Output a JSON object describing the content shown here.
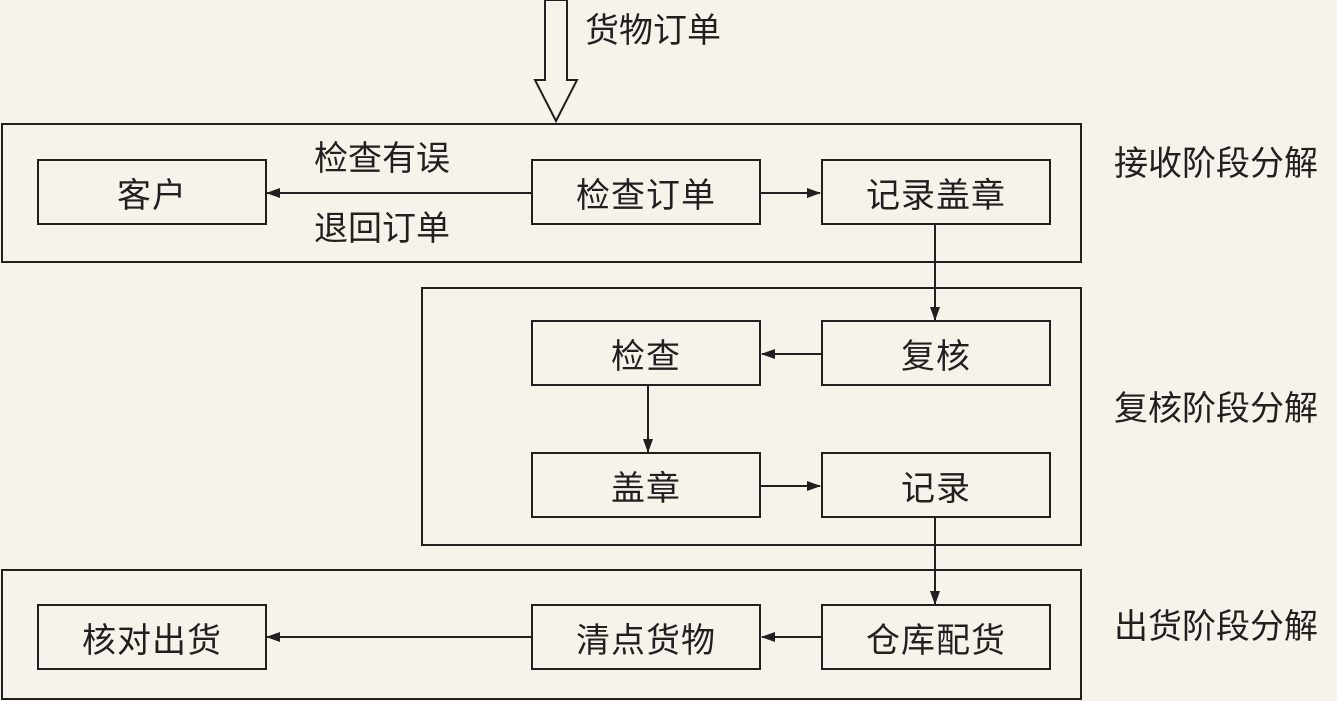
{
  "input_label": "货物订单",
  "stages": {
    "receive": {
      "label": "接收阶段分解",
      "nodes": {
        "customer": "客户",
        "check_order": "检查订单",
        "record_stamp": "记录盖章"
      },
      "edge_label_top": "检查有误",
      "edge_label_bottom": "退回订单"
    },
    "review": {
      "label": "复核阶段分解",
      "nodes": {
        "review": "复核",
        "check": "检查",
        "stamp": "盖章",
        "record": "记录"
      }
    },
    "ship": {
      "label": "出货阶段分解",
      "nodes": {
        "verify_ship": "核对出货",
        "count_goods": "清点货物",
        "warehouse_alloc": "仓库配货"
      }
    }
  }
}
